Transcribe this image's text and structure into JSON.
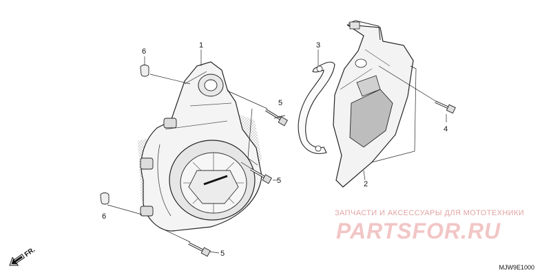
{
  "callouts": {
    "part_1": "1",
    "part_2": "2",
    "part_3": "3",
    "part_4": "4",
    "part_5_a": "5",
    "part_5_b": "5",
    "part_5_c": "5",
    "part_6_a": "6",
    "part_6_b": "6"
  },
  "front_label": "FR.",
  "diagram_code": "MJW9E1000",
  "watermark": {
    "subtitle": "ЗАПЧАСТИ И АКСЕССУАРЫ ДЛЯ МОТОТЕХНИКИ",
    "logo_text": "PARTSFOR.RU",
    "color": "#e8a0a0"
  }
}
